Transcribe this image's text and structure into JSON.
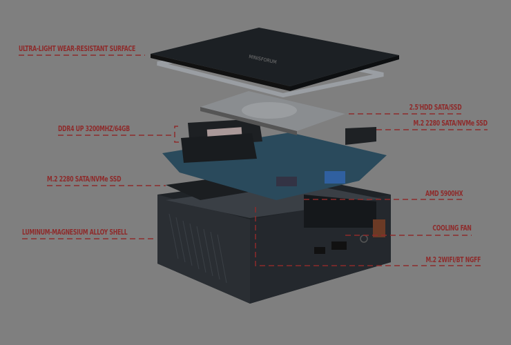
{
  "labels": {
    "surface": "ULTRA-LIGHT WEAR-RESISTANT SURFACE",
    "ddr4": "DDR4 UP 3200MHZ/64GB",
    "m2_ssd_left": "M.2 2280 SATA/NVMe SSD",
    "shell": "LUMINUM-MAGNESIUM ALLOY SHELL",
    "hdd": "2.5'HDD SATA/SSD",
    "m2_ssd_right": "M.2 2280 SATA/NVMe SSD",
    "cpu": "AMD 5900HX",
    "fan": "COOLING FAN",
    "wifi": "M.2 2WIFI/BT NGFF"
  },
  "lid_logo": "MINISFORUM",
  "colors": {
    "background": "#7f7f7f",
    "label": "#8e2b2b",
    "device": "#23272c",
    "board": "#2a4a5c"
  }
}
